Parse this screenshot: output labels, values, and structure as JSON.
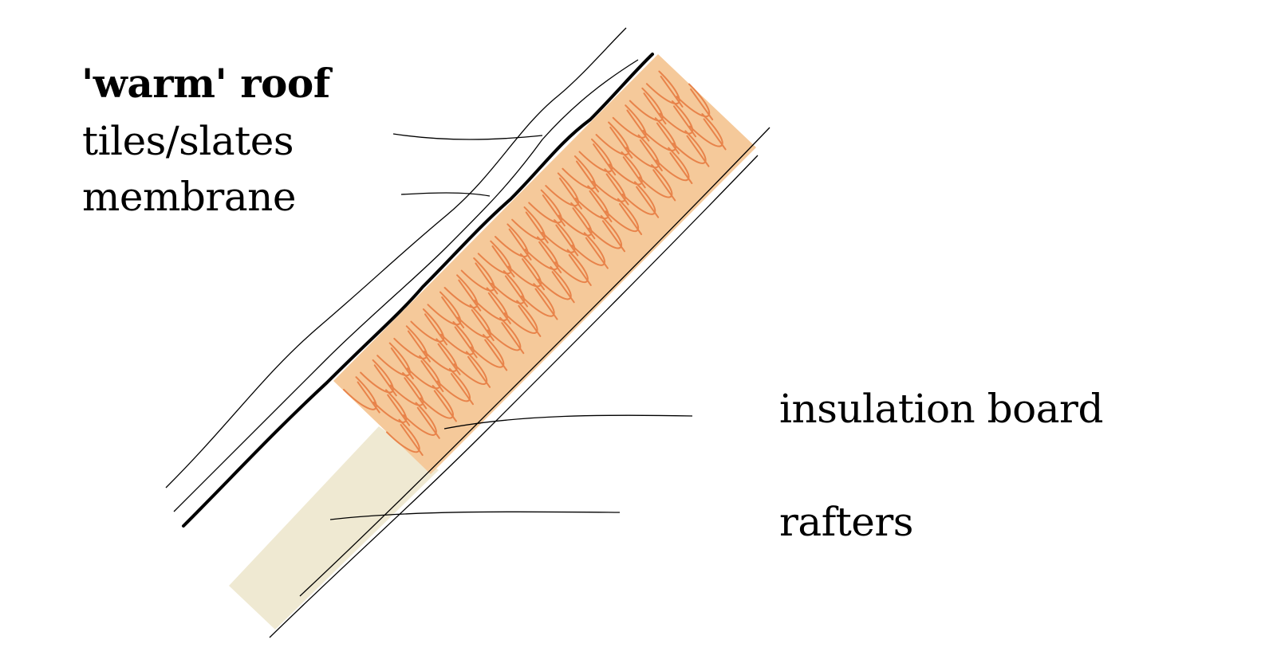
{
  "title": "'warm' roof",
  "labels": {
    "tiles": "tiles/slates",
    "membrane": "membrane",
    "insulation": "insulation board",
    "rafters": "rafters"
  },
  "colors": {
    "insulation_fill": "#f5c99a",
    "insulation_stroke": "#e8834a",
    "rafter_fill": "#efe9d2",
    "line": "#000000"
  }
}
